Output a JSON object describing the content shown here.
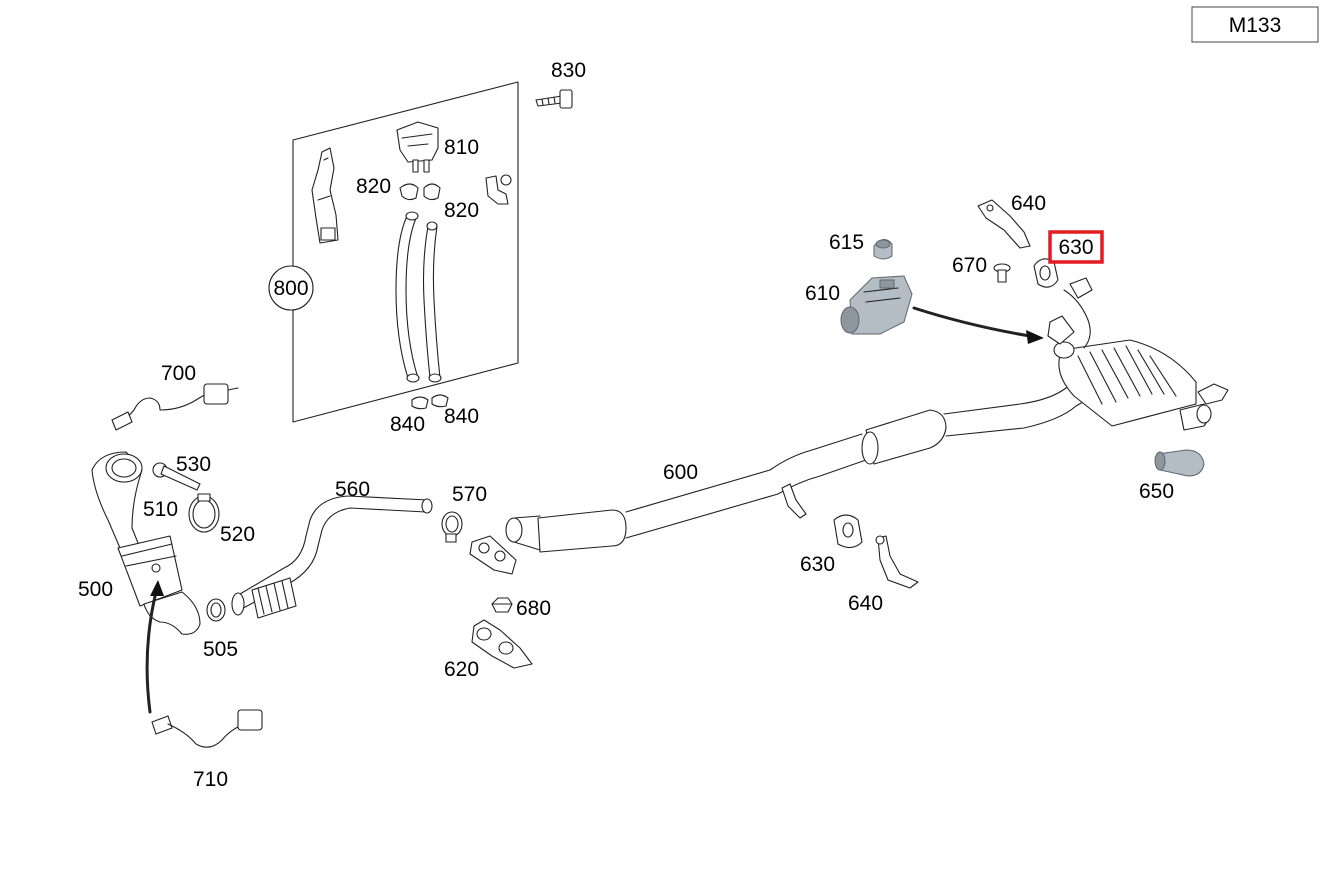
{
  "model_code": "M133",
  "highlight": {
    "part": "630",
    "color": "#e31b23"
  },
  "colors": {
    "line": "#222222",
    "part_fill_gray": "#b4bcc4"
  },
  "labels": {
    "p830": "830",
    "p810": "810",
    "p820a": "820",
    "p820b": "820",
    "p800": "800",
    "p840a": "840",
    "p840b": "840",
    "p700": "700",
    "p530": "530",
    "p510": "510",
    "p520": "520",
    "p560": "560",
    "p570": "570",
    "p600": "600",
    "p500": "500",
    "p505": "505",
    "p680": "680",
    "p620": "620",
    "p710": "710",
    "p615": "615",
    "p610": "610",
    "p640a": "640",
    "p670": "670",
    "p630a": "630",
    "p650": "650",
    "p630b": "630",
    "p640b": "640"
  }
}
